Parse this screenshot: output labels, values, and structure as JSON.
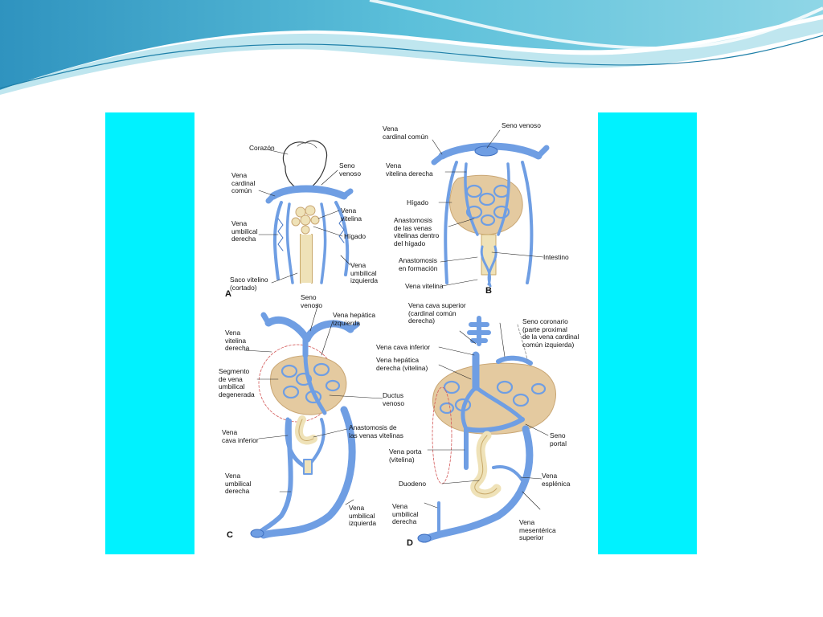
{
  "colors": {
    "vessel": "#6f9ee3",
    "vessel_dark": "#3e6fc0",
    "liver": "#e4caa0",
    "liver_edge": "#c9a674",
    "intestine": "#efe2b8",
    "side_bar": "#00f2ff",
    "wave_top": "#4bb3d1",
    "wave_light": "#bfe6ef"
  },
  "panels": {
    "A": {
      "letter": "A",
      "labels": {
        "heart": "Corazón",
        "sinus": "Seno\nvenoso",
        "cardinal": "Vena\ncardinal\ncomún",
        "vitelline": "Vena\nvitelina",
        "umbilical_right": "Vena\numbilical\nderecha",
        "liver": "Hígado",
        "yolk_sac": "Saco vitelino\n(cortado)",
        "umbilical_left": "Vena\numbilical\nizquierda"
      }
    },
    "B": {
      "letter": "B",
      "labels": {
        "cardinal": "Vena\ncardinal común",
        "sinus": "Seno venoso",
        "vitelline_right": "Vena\nvitelina derecha",
        "liver": "Hígado",
        "anastomosis_liver": "Anastomosis\nde las venas\nvitelinas dentro\ndel hígado",
        "intestine": "Intestino",
        "anastomosis_forming": "Anastomosis\nen formación",
        "vitelline": "Vena vitelina"
      }
    },
    "C": {
      "letter": "C",
      "labels": {
        "sinus": "Seno\nvenoso",
        "hepatic_left": "Vena hepática\nizquierda",
        "vitelline_right": "Vena\nvitelina\nderecha",
        "umbilical_segment": "Segmento\nde vena\numbilical\ndegenerada",
        "ductus": "Ductus\nvenoso",
        "ivc": "Vena\ncava inferior",
        "anastomosis": "Anastomosis de\nlas venas vitelinas",
        "umbilical_right": "Vena\numbilical\nderecha",
        "umbilical_left": "Vena\numbilical\nizquierda"
      }
    },
    "D": {
      "letter": "D",
      "labels": {
        "svc": "Vena cava superior\n(cardinal común\nderecha)",
        "coronary": "Seno coronario\n(parte proximal\nde la vena cardinal\ncomún izquierda)",
        "ivc": "Vena cava inferior",
        "hepatic_right": "Vena hepática\nderecha (vitelina)",
        "portal_sinus": "Seno\nportal",
        "portal_vein": "Vena porta\n(vitelina)",
        "duodenum": "Duodeno",
        "splenic": "Vena\nesplénica",
        "umbilical_right": "Vena\numbilical\nderecha",
        "mesenteric": "Vena\nmesentérica\nsuperior"
      }
    }
  }
}
